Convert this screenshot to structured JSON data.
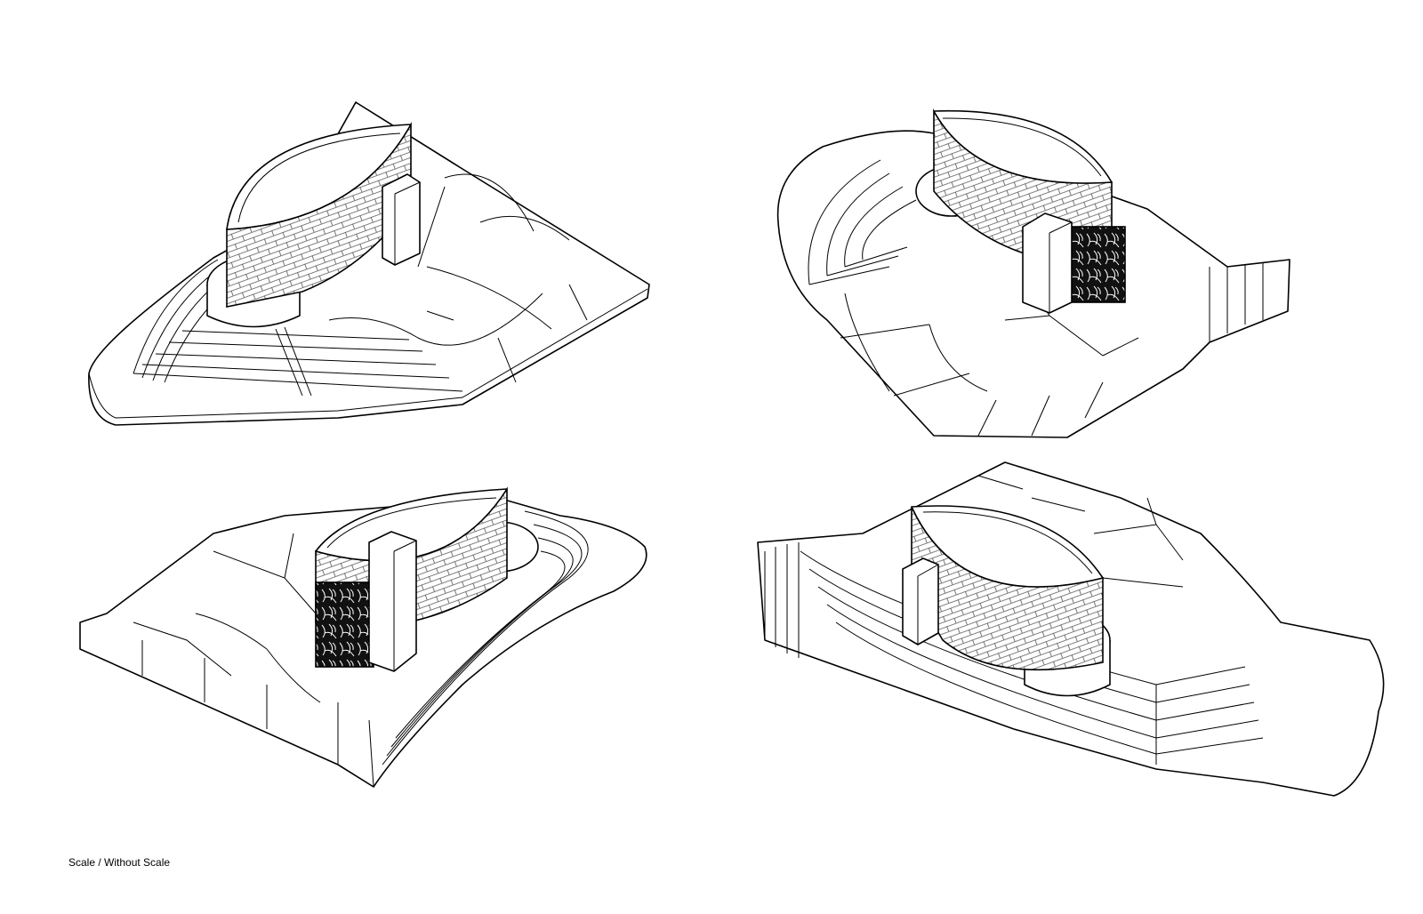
{
  "caption": "Scale / Without Scale",
  "views": [
    {
      "name": "axonometric-view-1"
    },
    {
      "name": "axonometric-view-2"
    },
    {
      "name": "axonometric-view-3"
    },
    {
      "name": "axonometric-view-4"
    }
  ]
}
